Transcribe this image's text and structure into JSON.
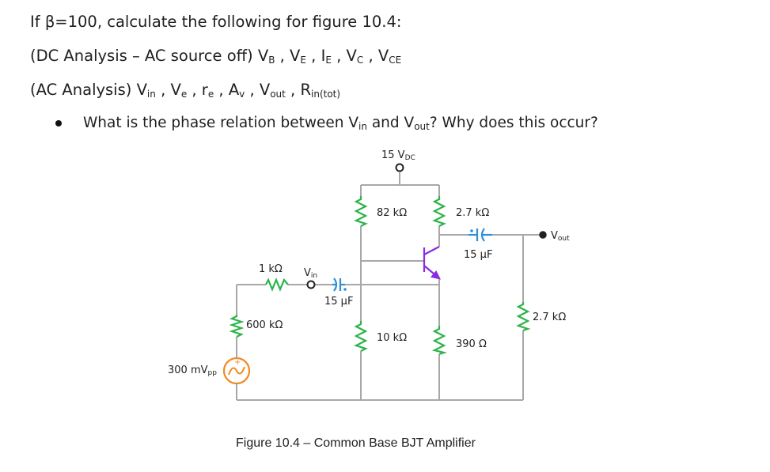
{
  "questions": {
    "q1": {
      "pre": "If ",
      "beta": "β",
      "post": "=100, calculate the following for figure 10.4:"
    },
    "q2": {
      "text": "(DC Analysis – AC source off) V",
      "b": "B",
      "s1": " , V",
      "e": "E",
      "s2": " , I",
      "ie": "E",
      "s3": " , V",
      "c": "C",
      "s4": " , V",
      "ce": "CE"
    },
    "q3": {
      "text": "(AC Analysis) V",
      "in": "in",
      "s1": " , V",
      "e": "e",
      "s2": " , r",
      "re": "e",
      "s3": " , A",
      "v": "v",
      "s4": " , V",
      "out": "out",
      "s5": " , R",
      "rin": "in(tot)"
    },
    "q4": {
      "text": "What is the phase relation between V",
      "in": "in",
      "mid": " and V",
      "out": "out",
      "end": "? Why does this occur?"
    }
  },
  "circuit": {
    "supply": {
      "value": "15 V",
      "sub": "DC"
    },
    "r_82k": "82 kΩ",
    "r_2k7_c": "2.7 kΩ",
    "c_out": "15 µF",
    "vout": {
      "prefix": "V",
      "sub": "out"
    },
    "r_1k": "1 kΩ",
    "vin": {
      "prefix": "V",
      "sub": "in"
    },
    "c_in": "15 µF",
    "r_600": "600 kΩ",
    "r_10k": "10 kΩ",
    "r_390": "390 Ω",
    "r_load": "2.7 kΩ",
    "source": {
      "value": "300 mV",
      "sub": "pp"
    }
  },
  "colors": {
    "wire": "#a8a8a8",
    "resistor": "#2db34a",
    "capacitor": "#2d8fd8",
    "transistor": "#8a2be2",
    "source": "#f08a24"
  },
  "caption": "Figure 10.4 – Common Base BJT Amplifier"
}
